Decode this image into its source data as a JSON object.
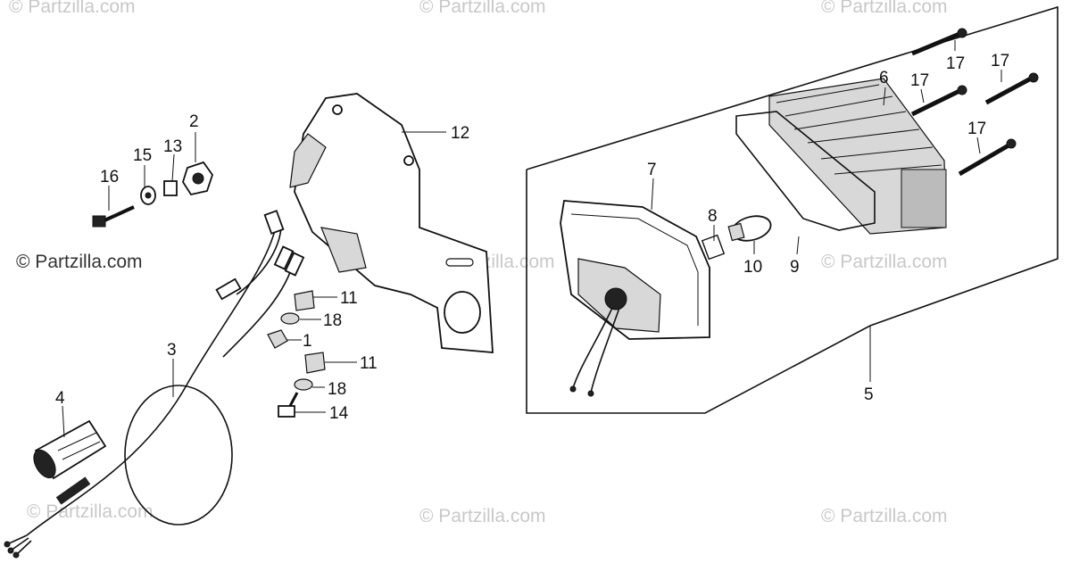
{
  "watermarks": {
    "main": "© Partzilla.com",
    "faint": "© Partzilla.com"
  },
  "callouts": {
    "c1": "1",
    "c2": "2",
    "c3": "3",
    "c4": "4",
    "c5": "5",
    "c6": "6",
    "c7": "7",
    "c8": "8",
    "c9": "9",
    "c10": "10",
    "c11a": "11",
    "c11b": "11",
    "c12": "12",
    "c13": "13",
    "c14": "14",
    "c15": "15",
    "c16": "16",
    "c17a": "17",
    "c17b": "17",
    "c17c": "17",
    "c17d": "17",
    "c18a": "18",
    "c18b": "18"
  }
}
